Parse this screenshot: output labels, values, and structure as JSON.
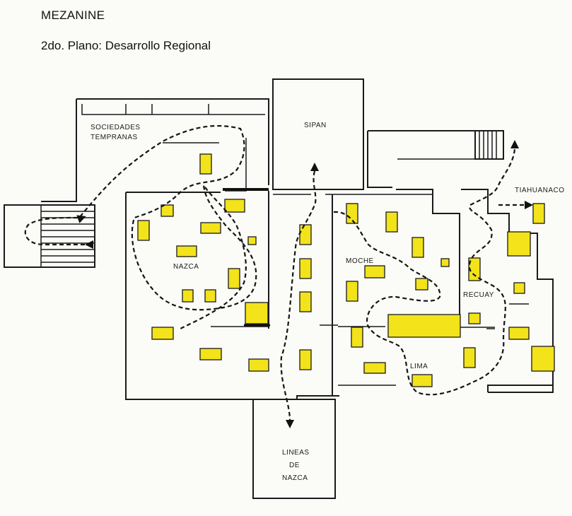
{
  "header": {
    "title": "MEZANINE",
    "subtitle": "2do. Plano: Desarrollo Regional"
  },
  "rooms": {
    "sociedades_line1": "SOCIEDADES",
    "sociedades_line2": "TEMPRANAS",
    "sipan": "SIPAN",
    "tiahuanaco": "TIAHUANACO",
    "nazca": "NAZCA",
    "moche": "MOCHE",
    "recuay": "RECUAY",
    "lima": "LIMA",
    "lineas_line1": "LINEAS",
    "lineas_line2": "DE",
    "lineas_line3": "NAZCA"
  },
  "colors": {
    "display_case": "#f2e31a",
    "walls": "#1a1a1a",
    "background": "#fbfbf8"
  }
}
